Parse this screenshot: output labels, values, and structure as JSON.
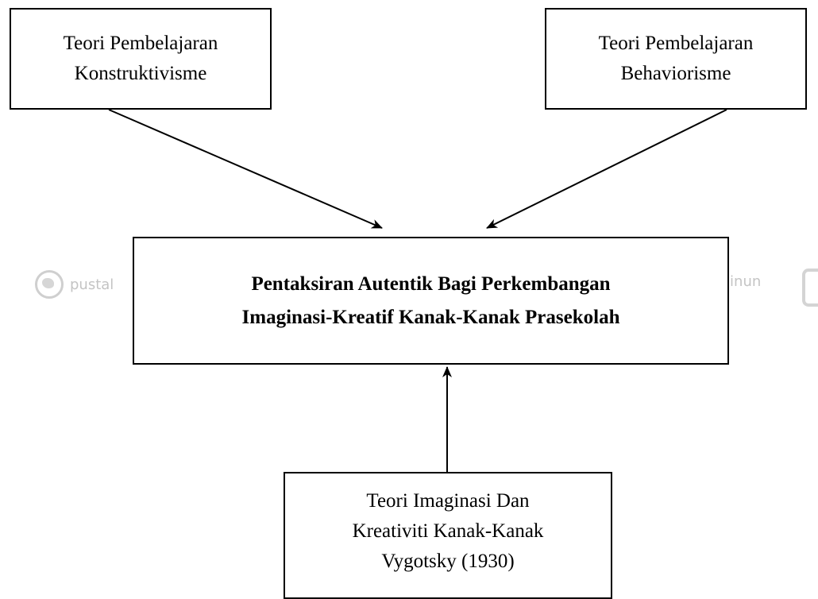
{
  "diagram": {
    "boxes": {
      "konstruktivisme": {
        "line1": "Teori Pembelajaran",
        "line2": "Konstruktivisme"
      },
      "behaviorisme": {
        "line1": "Teori Pembelajaran",
        "line2": "Behaviorisme"
      },
      "central": {
        "line1": "Pentaksiran Autentik Bagi Perkembangan",
        "line2": "Imaginasi-Kreatif Kanak-Kanak Prasekolah"
      },
      "vygotsky": {
        "line1": "Teori Imaginasi Dan",
        "line2": "Kreativiti Kanak-Kanak",
        "line3": "Vygotsky (1930)"
      }
    },
    "watermark": {
      "left_text": "pustal",
      "right_text": "ainun"
    },
    "colors": {
      "line": "#000000",
      "box_border": "#000000",
      "background": "#ffffff",
      "watermark": "#c4c4c4"
    }
  }
}
